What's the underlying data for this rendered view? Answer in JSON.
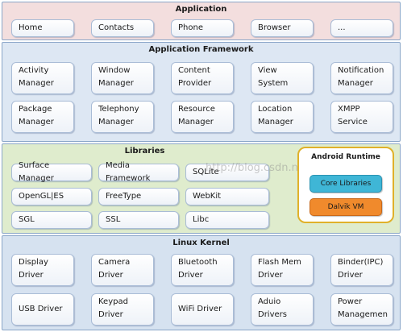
{
  "layers": {
    "application": {
      "title": "Application",
      "items": [
        "Home",
        "Contacts",
        "Phone",
        "Browser",
        "..."
      ]
    },
    "framework": {
      "title": "Application Framework",
      "items": [
        "Activity\nManager",
        "Window\nManager",
        "Content\nProvider",
        "View\nSystem",
        "Notification\nManager",
        "Package\nManager",
        "Telephony\nManager",
        "Resource\nManager",
        "Location\nManager",
        "XMPP\nService"
      ]
    },
    "libraries": {
      "title": "Libraries",
      "items": [
        "Surface Manager",
        "Media Framework",
        "SQLite",
        "OpenGL|ES",
        "FreeType",
        "WebKit",
        "SGL",
        "SSL",
        "Libc"
      ]
    },
    "runtime": {
      "title": "Android Runtime",
      "core": "Core Libraries",
      "vm": "Dalvik VM"
    },
    "kernel": {
      "title": "Linux Kernel",
      "items": [
        "Display\nDriver",
        "Camera\nDriver",
        "Bluetooth\nDriver",
        "Flash Mem\nDriver",
        "Binder(IPC)\nDriver",
        "USB Driver",
        "Keypad\nDriver",
        "WiFi Driver",
        "Aduio\nDrivers",
        "Power\nManagemen"
      ]
    }
  },
  "watermark": "http://blog.csdn.net/",
  "colors": {
    "application_bg": "#f3dede",
    "framework_bg": "#dde7f3",
    "libraries_bg": "#dfeccd",
    "kernel_bg": "#d6e2f0",
    "runtime_border": "#e0b12a",
    "core_fill": "#3fb6d6",
    "vm_fill": "#f08a2c"
  }
}
